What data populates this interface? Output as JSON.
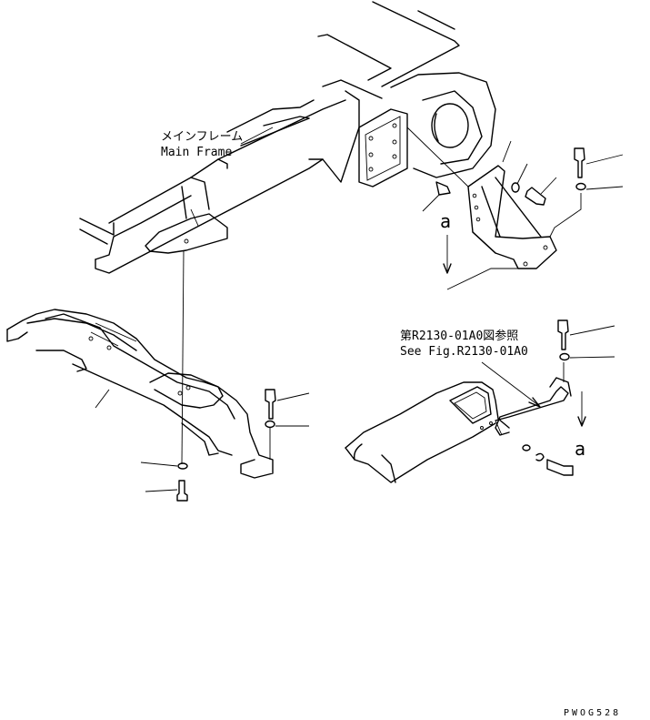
{
  "labels": {
    "main_frame_jp": "メインフレーム",
    "main_frame_en": "Main Frame",
    "see_fig_jp": "第R2130-01A0図参照",
    "see_fig_en": "See Fig.R2130-01A0",
    "arrow_a_upper": "a",
    "arrow_a_lower": "a",
    "drawing_code": "PWOG528"
  }
}
